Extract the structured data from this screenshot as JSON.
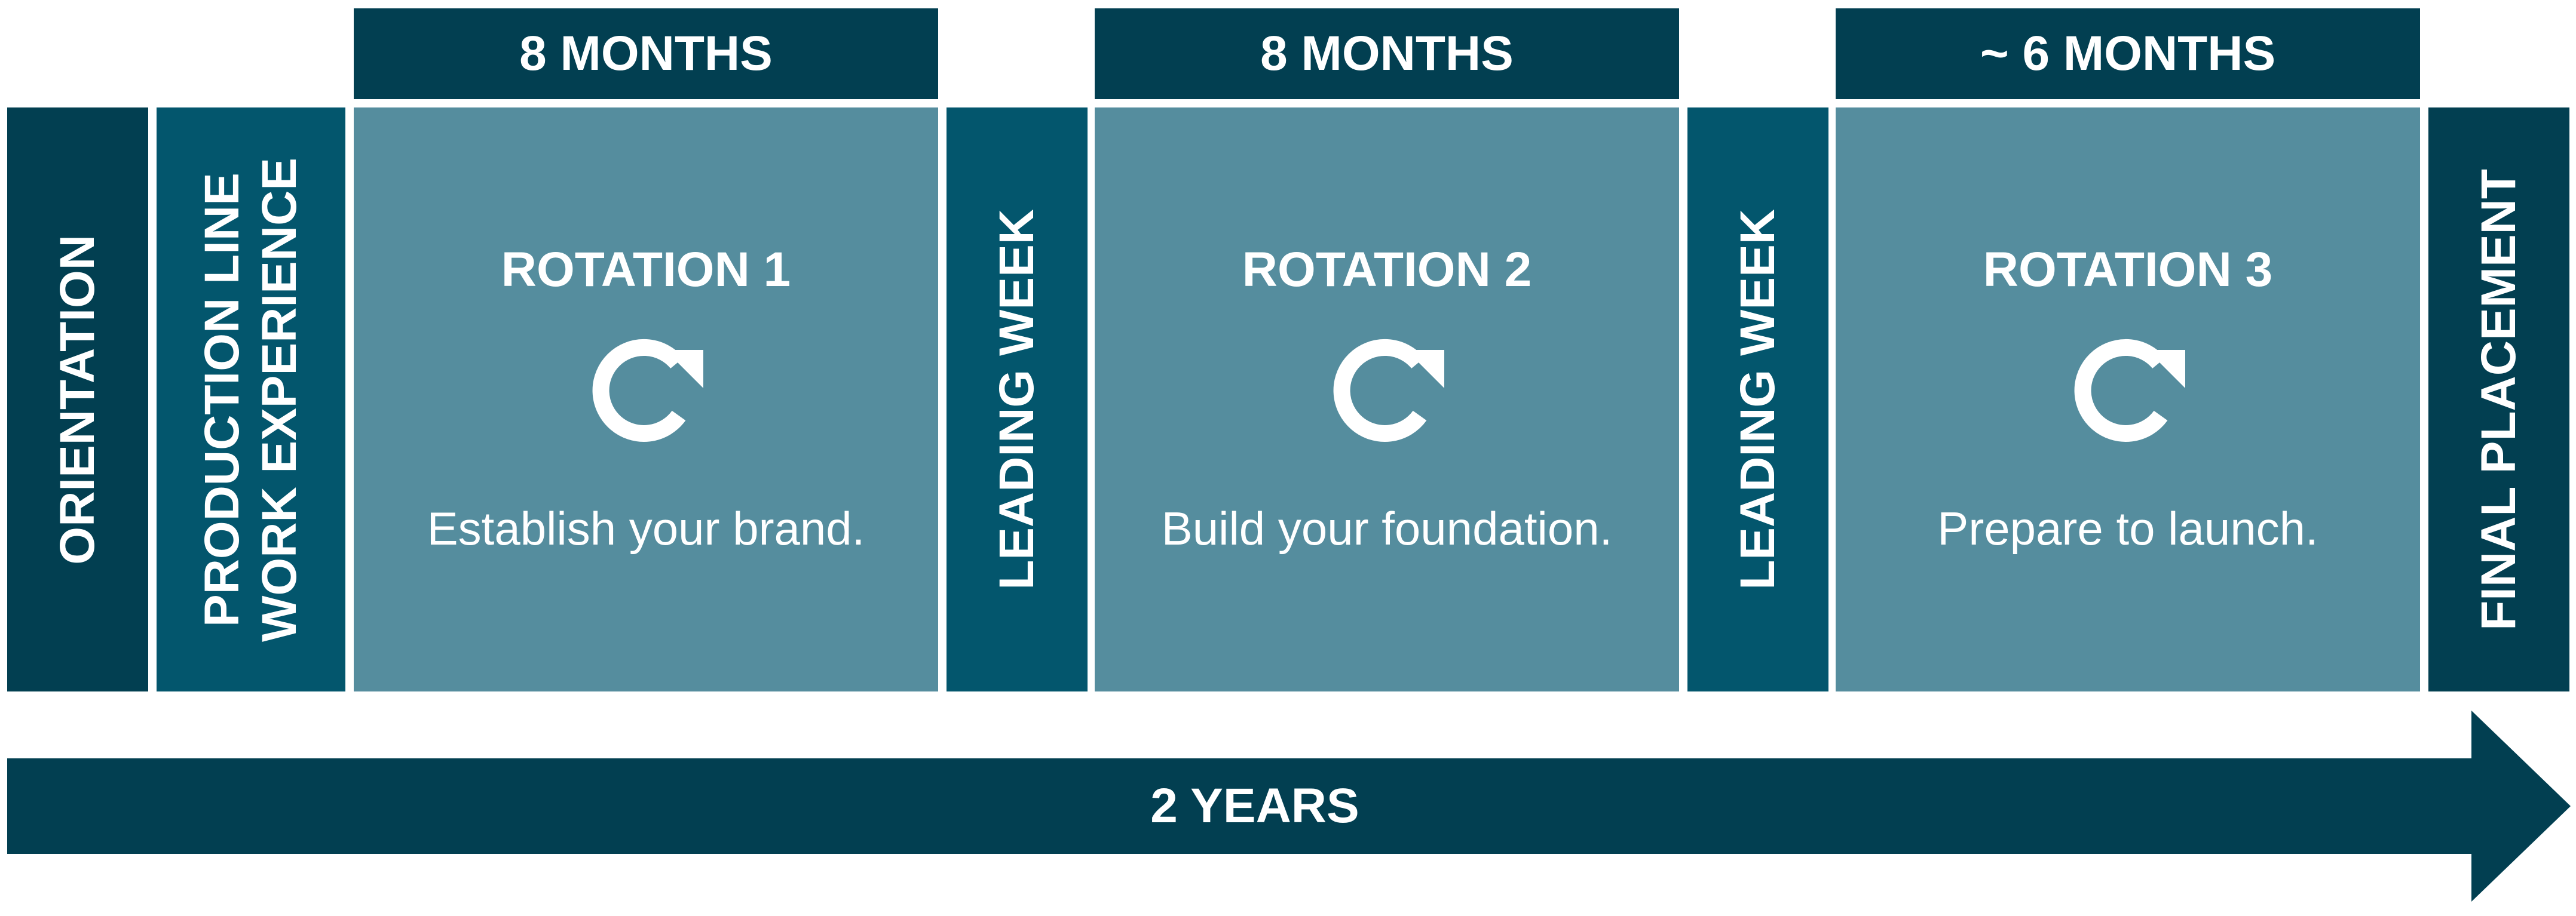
{
  "durations": [
    "8 MONTHS",
    "8 MONTHS",
    "~ 6 MONTHS"
  ],
  "phases": {
    "orientation": "ORIENTATION",
    "production_line_1": "PRODUCTION LINE",
    "production_line_2": "WORK EXPERIENCE",
    "leading_week_1": "LEADING WEEK",
    "leading_week_2": "LEADING WEEK",
    "final_placement": "FINAL PLACEMENT"
  },
  "rotations": [
    {
      "title": "ROTATION 1",
      "desc": "Establish your brand.",
      "icon": "rotate-arrow-icon"
    },
    {
      "title": "ROTATION 2",
      "desc": "Build your foundation.",
      "icon": "rotate-arrow-icon"
    },
    {
      "title": "ROTATION 3",
      "desc": "Prepare to launch.",
      "icon": "rotate-arrow-icon"
    }
  ],
  "timeline": {
    "label": "2 YEARS"
  },
  "colors": {
    "dark": "#023f51",
    "mid": "#03566d",
    "light": "#558d9e",
    "text": "#ffffff"
  }
}
